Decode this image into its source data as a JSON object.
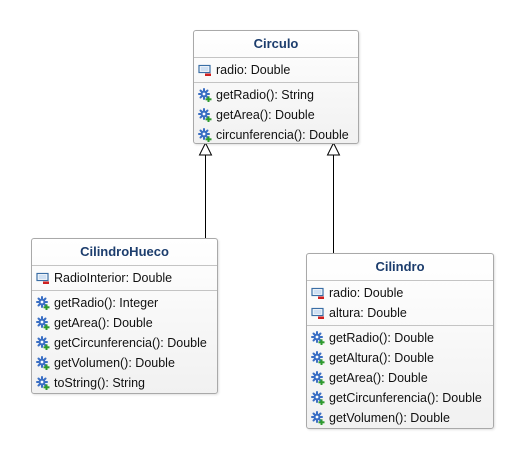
{
  "classes": {
    "circulo": {
      "name": "Circulo",
      "attributes": [
        "radio: Double"
      ],
      "methods": [
        "getRadio(): String",
        "getArea(): Double",
        "circunferencia(): Double"
      ]
    },
    "cilindro_hueco": {
      "name": "CilindroHueco",
      "attributes": [
        "RadioInterior: Double"
      ],
      "methods": [
        "getRadio(): Integer",
        "getArea(): Double",
        "getCircunferencia(): Double",
        "getVolumen(): Double",
        "toString(): String"
      ]
    },
    "cilindro": {
      "name": "Cilindro",
      "attributes": [
        "radio: Double",
        "altura: Double"
      ],
      "methods": [
        "getRadio(): Double",
        "getAltura(): Double",
        "getArea(): Double",
        "getCircunferencia(): Double",
        "getVolumen(): Double"
      ]
    }
  },
  "relations": [
    {
      "type": "generalization",
      "from": "CilindroHueco",
      "to": "Circulo"
    },
    {
      "type": "generalization",
      "from": "Cilindro",
      "to": "Circulo"
    }
  ],
  "icons": {
    "attribute": "private-field-icon",
    "method": "public-method-icon"
  },
  "colors": {
    "title": "#1c3d6d",
    "border": "#a9a9a9",
    "field_icon": "#3a6ea5",
    "private_marker": "#d02020",
    "gear": "#3b6fc4",
    "public_marker": "#2e9a2e"
  }
}
